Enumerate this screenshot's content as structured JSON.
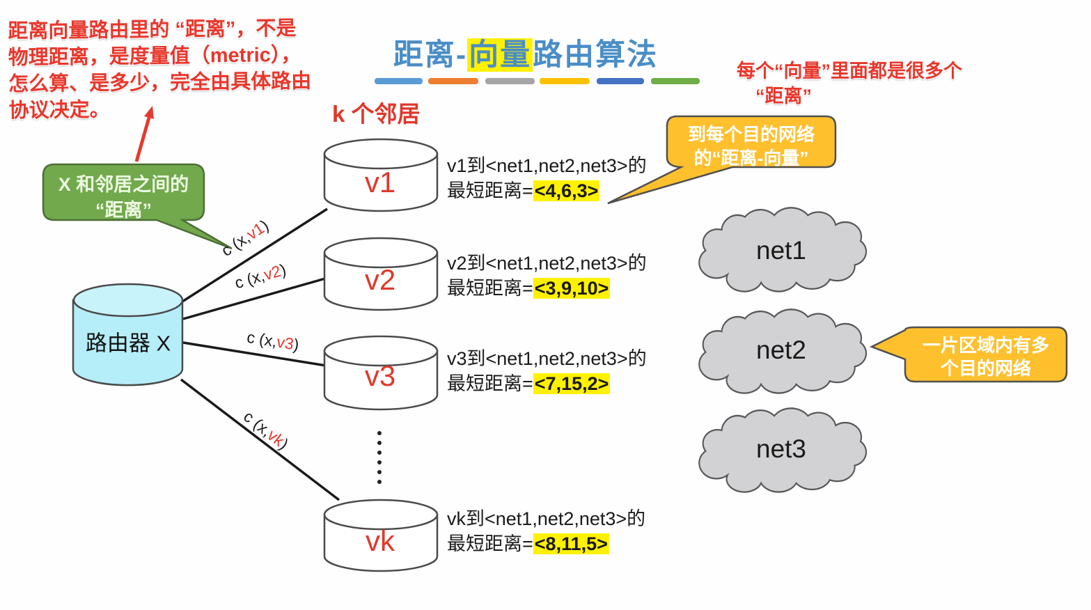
{
  "header": {
    "title_pre": "距离-",
    "title_highlight": "向量",
    "title_post": "路由算法",
    "bar_colors": [
      "#5B9BD5",
      "#ED7D31",
      "#A5A5A5",
      "#FFC000",
      "#4472C4",
      "#70AD47"
    ]
  },
  "notes": {
    "metric_note": "距离向量路由里的 “距离”，不是\n物理距离，是度量值（metric），\n怎么算、是多少，完全由具体路由\n协议决定。",
    "vector_note": "每个“向量”里面都是很多个\n　“距离”",
    "k_neighbors": "k 个邻居"
  },
  "callouts": {
    "green": "X 和邻居之间的\n“距离”",
    "yellow_top": "到每个目的网络\n的“距离-向量”",
    "yellow_right": "一片区域内有多\n个目的网络"
  },
  "router": {
    "label": "路由器 X"
  },
  "neighbors": [
    {
      "id": "v1",
      "cost_prefix": "c (x,",
      "cost_var": "v1",
      "cost_suffix": ")",
      "desc_line1": "v1到<net1,net2,net3>的",
      "desc_prefix": "最短距离=",
      "vector": "<4,6,3>"
    },
    {
      "id": "v2",
      "cost_prefix": "c (x,",
      "cost_var": "v2",
      "cost_suffix": ")",
      "desc_line1": "v2到<net1,net2,net3>的",
      "desc_prefix": "最短距离=",
      "vector": "<3,9,10>"
    },
    {
      "id": "v3",
      "cost_prefix": "c (x,",
      "cost_var": "v3",
      "cost_suffix": ")",
      "desc_line1": "v3到<net1,net2,net3>的",
      "desc_prefix": "最短距离=",
      "vector": "<7,15,2>"
    },
    {
      "id": "vk",
      "cost_prefix": "c (x,",
      "cost_var": "vk",
      "cost_suffix": ")",
      "desc_line1": "vk到<net1,net2,net3>的",
      "desc_prefix": "最短距离=",
      "vector": "<8,11,5>"
    }
  ],
  "networks": [
    {
      "label": "net1"
    },
    {
      "label": "net2"
    },
    {
      "label": "net3"
    }
  ],
  "colors": {
    "title_blue": "#4A8EC6",
    "highlight_yellow": "#FFF100",
    "note_red": "#E8372C",
    "router_fill": "#B5EDF8",
    "cylinder_label_red": "#E0392B",
    "cloud_gray": "#D2D2D4",
    "callout_yellow": "#FFC02E",
    "callout_green": "#71A94C"
  }
}
